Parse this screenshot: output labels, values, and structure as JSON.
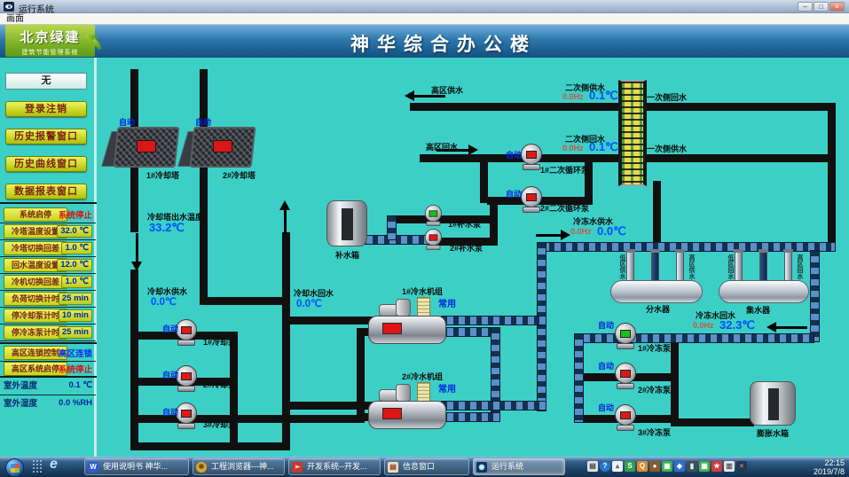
{
  "window": {
    "title": "运行系统",
    "menu": "画面",
    "controls": {
      "min": "–",
      "max": "□",
      "close": "×"
    }
  },
  "sidebar": {
    "logo": {
      "title": "北京绿建",
      "subtitle": "建筑节能管理系统"
    },
    "none_button": "无",
    "nav": [
      "登录注销",
      "历史报警窗口",
      "历史曲线窗口",
      "数据报表窗口"
    ],
    "rows": [
      {
        "label": "系统启停",
        "value": "系统停止"
      },
      {
        "label": "冷塔温度设置",
        "value": "32.0 ℃"
      },
      {
        "label": "冷塔切换回差",
        "value": "1.0 ℃"
      },
      {
        "label": "回水温度设置",
        "value": "12.0 ℃"
      },
      {
        "label": "冷机切换回差",
        "value": "1.0 ℃"
      },
      {
        "label": "负荷切换计时",
        "value": "25 min"
      },
      {
        "label": "停冷却泵计时",
        "value": "10 min"
      },
      {
        "label": "停冷冻泵计时",
        "value": "25 min"
      },
      {
        "label": "高区连锁控制",
        "value": "高区连锁"
      },
      {
        "label": "高区系统启停",
        "value": "系统停止"
      },
      {
        "label": "室外温度",
        "value": "0.1 ℃"
      },
      {
        "label": "室外湿度",
        "value": "0.0 %RH"
      }
    ]
  },
  "diagram": {
    "title": "神华综合办公楼",
    "auto": "自动",
    "hq_supply": "高区供水",
    "hq_return": "高区回水",
    "sec_supply_label": "二次侧供水",
    "sec_supply_hz": "0.0Hz",
    "sec_supply_temp": "0.1℃",
    "sec_return_label": "二次侧回水",
    "sec_return_hz": "0.0Hz",
    "sec_return_temp": "0.1℃",
    "pri_return": "一次侧回水",
    "pri_supply": "一次侧供水",
    "towers": [
      "1#冷却塔",
      "2#冷却塔"
    ],
    "tower_out_label": "冷却塔出水温度",
    "tower_out_temp": "33.2℃",
    "cw_supply_label": "冷却水供水",
    "cw_supply_temp": "0.0℃",
    "cw_return_label": "冷却水回水",
    "cw_return_temp": "0.0℃",
    "cooling_pumps": [
      "1#冷却泵",
      "2#冷却泵",
      "3#冷却泵"
    ],
    "makeup_tank": "补水箱",
    "makeup_pumps": [
      "1#补水泵",
      "2#补水泵"
    ],
    "circ_pumps": [
      "1#二次循环泵",
      "2#二次循环泵"
    ],
    "chillers": [
      "1#冷水机组",
      "2#冷水机组"
    ],
    "chiller_tag": "常用",
    "chw_supply_label": "冷冻水供水",
    "chw_supply_hz": "0.0Hz",
    "chw_supply_temp": "0.0℃",
    "chw_return_label": "冷冻水回水",
    "chw_return_hz": "0.0Hz",
    "chw_return_temp": "32.3℃",
    "distributor": "分水器",
    "collector": "集水器",
    "dist_pipe_labels": [
      "低区供水",
      "高区供水"
    ],
    "coll_pipe_labels": [
      "低区回水",
      "高区回水"
    ],
    "chilled_pumps": [
      "1#冷冻泵",
      "2#冷冻泵",
      "3#冷冻泵"
    ],
    "expansion_tank": "膨胀水箱"
  },
  "taskbar": {
    "buttons": [
      {
        "label": "使用说明书 神华..."
      },
      {
        "label": "工程浏览器---神..."
      },
      {
        "label": "开发系统--开发..."
      },
      {
        "label": "信息窗口"
      },
      {
        "label": "运行系统"
      }
    ],
    "tray": [
      {
        "glyph": "▤"
      },
      {
        "glyph": "?"
      },
      {
        "glyph": "▴"
      },
      {
        "glyph": "S"
      },
      {
        "glyph": "Q"
      },
      {
        "glyph": "●"
      },
      {
        "glyph": "▣"
      },
      {
        "glyph": "◆"
      },
      {
        "glyph": "▮"
      },
      {
        "glyph": "▦"
      },
      {
        "glyph": "★"
      },
      {
        "glyph": "▥"
      },
      {
        "glyph": "×"
      }
    ],
    "time": "22:15",
    "date": "2019/7/8"
  }
}
